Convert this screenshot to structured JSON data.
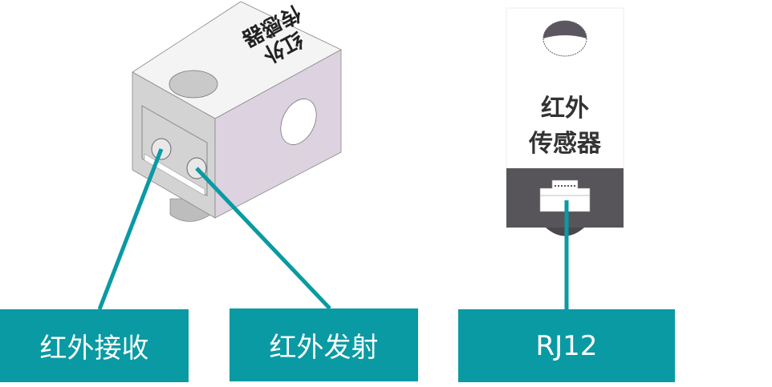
{
  "callouts": {
    "receiver": "红外接收",
    "emitter": "红外发射",
    "connector": "RJ12"
  },
  "front_view": {
    "plate_label_line1": "红外",
    "plate_label_line2": "传感器"
  },
  "iso_view": {
    "top_label_line1": "红外",
    "top_label_line2": "传感器"
  },
  "colors": {
    "callout": "#0a9aa3",
    "plate_dark": "#58555a"
  }
}
